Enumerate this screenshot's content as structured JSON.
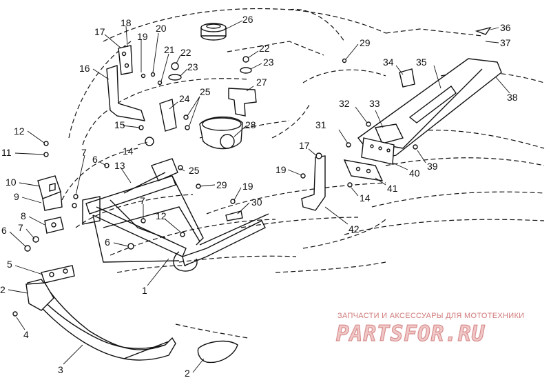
{
  "watermark": {
    "tagline": "ЗАПЧАСТИ И АКСЕССУАРЫ ДЛЯ МОТОТЕХНИКИ",
    "logo": "PARTSFOR.RU"
  },
  "callouts": [
    {
      "id": "c1",
      "text": "1"
    },
    {
      "id": "c2a",
      "text": "2"
    },
    {
      "id": "c2b",
      "text": "2"
    },
    {
      "id": "c3",
      "text": "3"
    },
    {
      "id": "c4",
      "text": "4"
    },
    {
      "id": "c5",
      "text": "5"
    },
    {
      "id": "c6a",
      "text": "6"
    },
    {
      "id": "c6b",
      "text": "6"
    },
    {
      "id": "c6c",
      "text": "6"
    },
    {
      "id": "c7a",
      "text": "7"
    },
    {
      "id": "c7b",
      "text": "7"
    },
    {
      "id": "c7c",
      "text": "7"
    },
    {
      "id": "c8",
      "text": "8"
    },
    {
      "id": "c9",
      "text": "9"
    },
    {
      "id": "c10",
      "text": "10"
    },
    {
      "id": "c11",
      "text": "11"
    },
    {
      "id": "c12a",
      "text": "12"
    },
    {
      "id": "c12b",
      "text": "12"
    },
    {
      "id": "c13",
      "text": "13"
    },
    {
      "id": "c14a",
      "text": "14"
    },
    {
      "id": "c14b",
      "text": "14"
    },
    {
      "id": "c15",
      "text": "15"
    },
    {
      "id": "c16",
      "text": "16"
    },
    {
      "id": "c17a",
      "text": "17"
    },
    {
      "id": "c17b",
      "text": "17"
    },
    {
      "id": "c18",
      "text": "18"
    },
    {
      "id": "c19a",
      "text": "19"
    },
    {
      "id": "c19b",
      "text": "19"
    },
    {
      "id": "c19c",
      "text": "19"
    },
    {
      "id": "c20",
      "text": "20"
    },
    {
      "id": "c21",
      "text": "21"
    },
    {
      "id": "c22a",
      "text": "22"
    },
    {
      "id": "c22b",
      "text": "22"
    },
    {
      "id": "c23a",
      "text": "23"
    },
    {
      "id": "c23b",
      "text": "23"
    },
    {
      "id": "c24",
      "text": "24"
    },
    {
      "id": "c25a",
      "text": "25"
    },
    {
      "id": "c25b",
      "text": "25"
    },
    {
      "id": "c26",
      "text": "26"
    },
    {
      "id": "c27",
      "text": "27"
    },
    {
      "id": "c28",
      "text": "28"
    },
    {
      "id": "c29a",
      "text": "29"
    },
    {
      "id": "c29b",
      "text": "29"
    },
    {
      "id": "c30",
      "text": "30"
    },
    {
      "id": "c31",
      "text": "31"
    },
    {
      "id": "c32",
      "text": "32"
    },
    {
      "id": "c33",
      "text": "33"
    },
    {
      "id": "c34",
      "text": "34"
    },
    {
      "id": "c35",
      "text": "35"
    },
    {
      "id": "c36",
      "text": "36"
    },
    {
      "id": "c37",
      "text": "37"
    },
    {
      "id": "c38",
      "text": "38"
    },
    {
      "id": "c39",
      "text": "39"
    },
    {
      "id": "c40",
      "text": "40"
    },
    {
      "id": "c41",
      "text": "41"
    },
    {
      "id": "c42",
      "text": "42"
    }
  ]
}
